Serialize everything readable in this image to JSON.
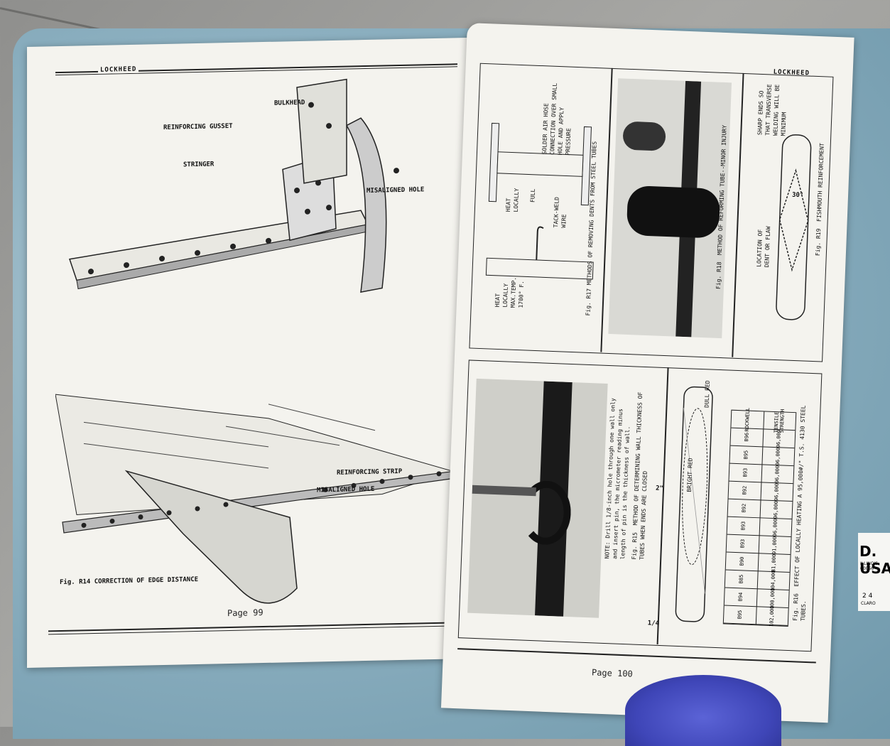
{
  "left_page": {
    "brand": "LOCKHEED",
    "figure_top_labels": {
      "bulkhead": "BULKHEAD",
      "gusset": "REINFORCING GUSSET",
      "stringer": "STRINGER",
      "misaligned": "MISALIGNED HOLE"
    },
    "figure_bottom_labels": {
      "strip": "REINFORCING STRIP",
      "misaligned": "MISALIGNED HOLE"
    },
    "caption": "Fig. R14  CORRECTION OF EDGE DISTANCE",
    "page_number": "Page 99"
  },
  "right_page": {
    "brand": "LOCKHEED",
    "page_number": "Page 100",
    "fig_r17": {
      "caption": "Fig. R17 METHODS OF REMOVING DENTS FROM STEEL TUBES",
      "note_solder": "SOLDER AIR HOSE\nCONNECTION OVER SMALL\nHOLE AND APPLY\nPRESSURE",
      "note_heat": "HEAT\nLOCALLY",
      "note_full": "FULL",
      "note_tack": "TACK-WELD\nWIRE",
      "note_heat_max": "HEAT\nLOCALLY\nMAX.TEMP.\n1700° F."
    },
    "fig_r18": {
      "caption": "Fig. R18  METHOD OF REFORMING TUBE--MINOR INJURY"
    },
    "fig_r19": {
      "caption": "Fig. R19  FISHMOUTH REINFORCEMENT",
      "note_sharp": "SHARP ENDS SO\nTHAT TRANSVERSE\nWELDING WILL BE\nMINIMUM",
      "note_location": "LOCATION OF\nDENT OR FLAW",
      "angle": "30°"
    },
    "fig_r15": {
      "caption": "Fig. R15  METHOD OF DETERMINING WALL THICKNESS OF\nTUBES WHEN ENDS ARE CLOSED",
      "note": "NOTE: Drill 1/8-inch hole through one wall only\nand insert pin, the micrometer reading minus\nlength of pin is the thickness of wall."
    },
    "fig_r16": {
      "caption": "Fig. R16  EFFECT OF LOCALLY HEATING A 95,000#/\" T.S. 4130 STEEL\nTUBES.",
      "label_dull": "DULL RED",
      "label_bright": "BRIGHT RED",
      "dim_2": "2\"",
      "dim_quarter": "1/4",
      "row_headers": [
        "ROCKWELL",
        "TENSILE\nSTRENGTH"
      ],
      "rockwell": [
        "B96",
        "B95",
        "B93",
        "B92",
        "B92",
        "B93",
        "B93",
        "B90",
        "B85",
        "B94",
        "B95"
      ],
      "tensile": [
        "96,000",
        "96,000",
        "96,000",
        "96,000",
        "96,000",
        "96,000",
        "91,000",
        "81,000",
        "104,000",
        "100,000",
        "102,000"
      ]
    }
  },
  "sticker": {
    "big": "D. USA",
    "small": "ILLINOIS 60056",
    "num": "2   4",
    "name": "CLARO"
  }
}
